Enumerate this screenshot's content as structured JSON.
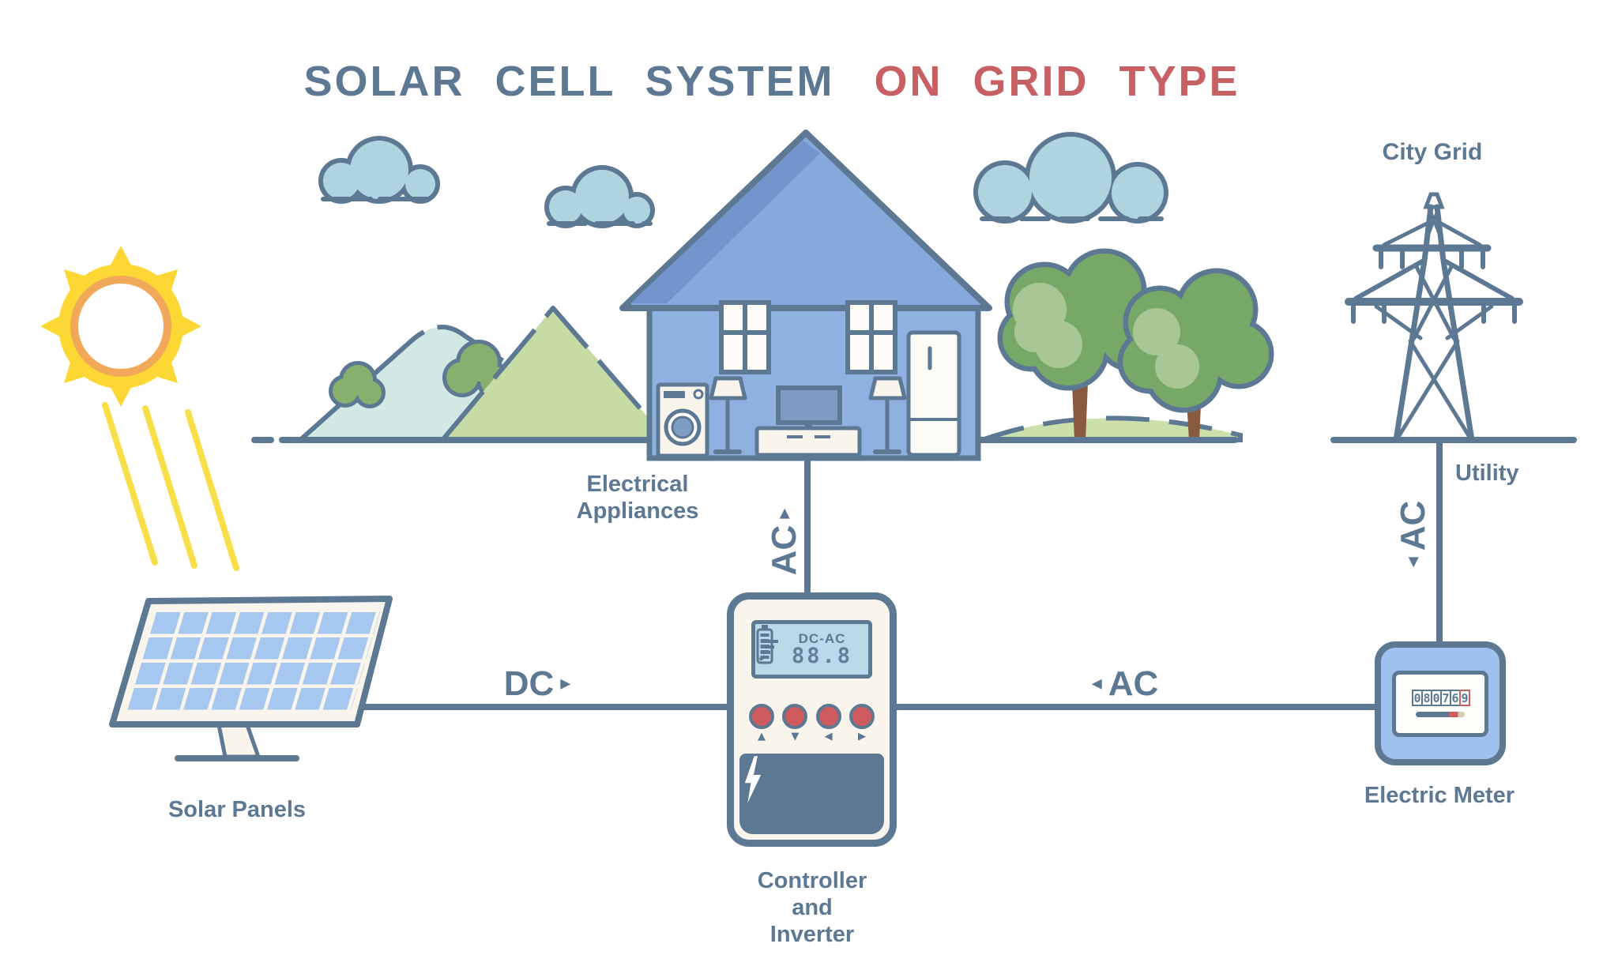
{
  "title": {
    "main": "SOLAR CELL SYSTEM",
    "accent": "ON GRID TYPE"
  },
  "labels": {
    "solar_panels": "Solar Panels",
    "electrical_appliances": "Electrical\nAppliances",
    "controller": "Controller\nand\nInverter",
    "electric_meter": "Electric Meter",
    "city_grid": "City Grid",
    "utility": "Utility"
  },
  "flows": {
    "dc": "DC",
    "ac_house": "AC",
    "ac_meter": "AC",
    "ac_grid": "AC"
  },
  "icons": {
    "arrow_right": "▸",
    "arrow_left": "◂",
    "button_up": "▲",
    "button_down": "▼",
    "button_left": "◀",
    "button_right": "▶"
  },
  "controller_display": {
    "mode": "DC-AC",
    "value": "88.8"
  },
  "meter": {
    "digits": [
      "0",
      "8",
      "0",
      "7",
      "6",
      "9"
    ]
  },
  "colors": {
    "outline_slate": "#5d7893",
    "accent_red": "#c75f63",
    "house_blue": "#8fb1e1",
    "roof_blue": "#85a9db",
    "pv_cell_blue": "#a6c8f0",
    "meter_blue": "#9fc1ed",
    "lcd_blue": "#b9dae8",
    "button_red": "#cd5a5d",
    "sun_yellow": "#fdd835",
    "sun_orange": "#f2a859",
    "cloud_blue": "#aed4df",
    "tree_green": "#76a968",
    "cream": "#faf5ec"
  }
}
